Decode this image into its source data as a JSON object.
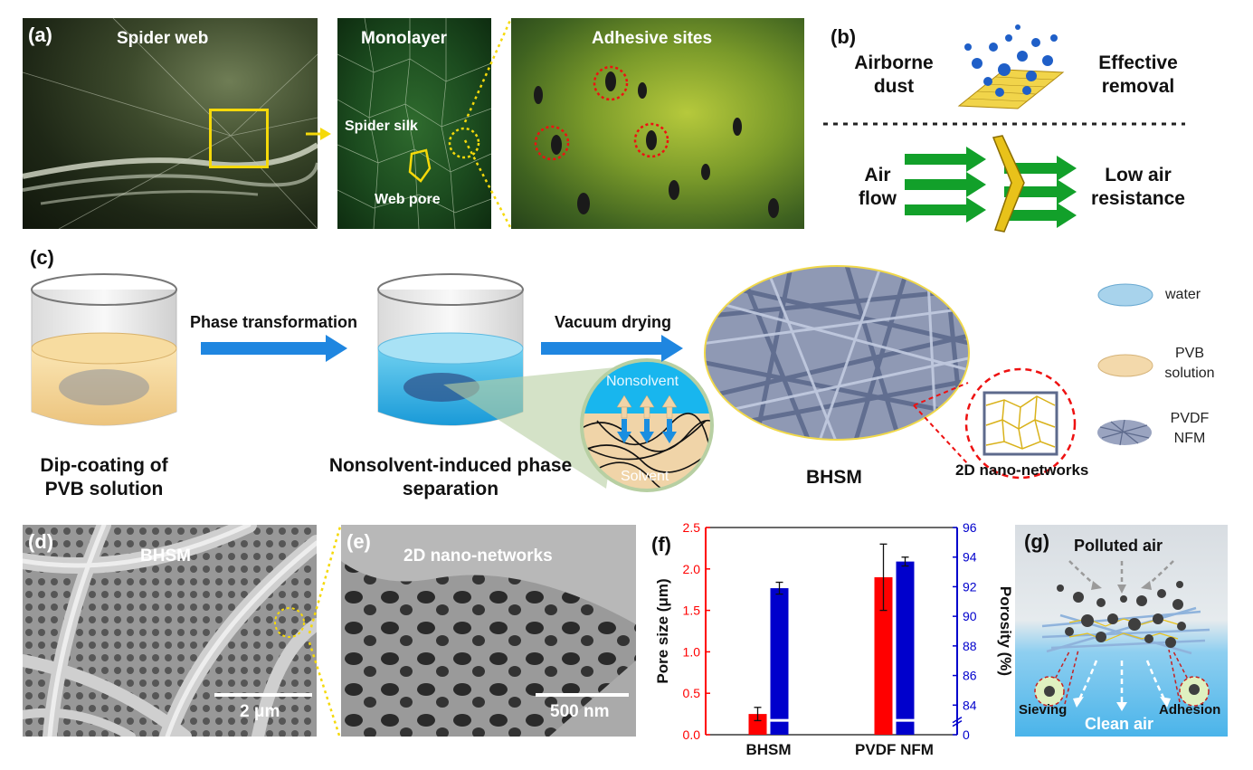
{
  "panel_a": {
    "label": "(a)",
    "spider_web": "Spider web",
    "monolayer": "Monolayer",
    "adhesive_sites": "Adhesive sites",
    "spider_silk": "Spider silk",
    "web_pore": "Web pore"
  },
  "panel_b": {
    "label": "(b)",
    "airborne": "Airborne",
    "dust": "dust",
    "effective": "Effective",
    "removal": "removal",
    "air": "Air",
    "flow": "flow",
    "low_air": "Low air",
    "resistance": "resistance"
  },
  "panel_c": {
    "label": "(c)",
    "phase_transformation": "Phase transformation",
    "vacuum_drying": "Vacuum drying",
    "nonsolvent": "Nonsolvent",
    "solvent": "Solvent",
    "dip_line1": "Dip-coating of",
    "dip_line2": "PVB solution",
    "nips_line1": "Nonsolvent-induced phase",
    "nips_line2": "separation",
    "bhsm": "BHSM",
    "nano_networks": "2D nano-networks",
    "legend_water": "water",
    "legend_pvb_1": "PVB",
    "legend_pvb_2": "solution",
    "legend_pvdf_1": "PVDF",
    "legend_pvdf_2": "NFM"
  },
  "panel_d": {
    "label": "(d)",
    "title": "BHSM",
    "scale": "2 μm"
  },
  "panel_e": {
    "label": "(e)",
    "title": "2D nano-networks",
    "scale": "500 nm"
  },
  "panel_f": {
    "label": "(f)"
  },
  "panel_g": {
    "label": "(g)",
    "polluted_air": "Polluted air",
    "sieving": "Sieving",
    "clean_air": "Clean air",
    "adhesion": "Adhesion"
  },
  "chart_data": {
    "type": "bar",
    "categories": [
      "BHSM",
      "PVDF NFM"
    ],
    "series": [
      {
        "name": "Pore size (μm)",
        "axis": "left",
        "color": "#ff0000",
        "values": [
          0.25,
          1.9
        ],
        "errors": [
          0.08,
          0.4
        ]
      },
      {
        "name": "Porosity (%)",
        "axis": "right",
        "color": "#0000cc",
        "values": [
          91.9,
          93.7
        ],
        "errors": [
          0.4,
          0.3
        ]
      }
    ],
    "ylabel": "Pore size (μm)",
    "y2label": "Porosity (%)",
    "ylim": [
      0,
      2.5
    ],
    "y2lim": [
      82,
      96
    ],
    "yticks": [
      "0.0",
      "0.5",
      "1.0",
      "1.5",
      "2.0",
      "2.5"
    ],
    "y2ticks": [
      "0",
      "84",
      "86",
      "88",
      "90",
      "92",
      "94",
      "96"
    ],
    "y2_break": true,
    "left_axis_color": "#ff0000",
    "right_axis_color": "#0000cc"
  }
}
